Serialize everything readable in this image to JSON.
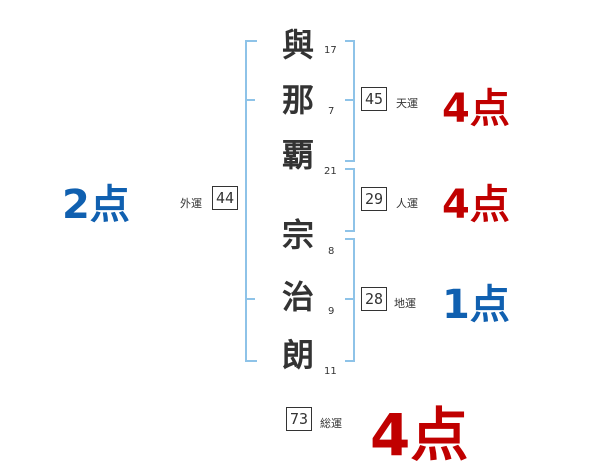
{
  "name_chars": [
    {
      "char": "與",
      "strokes": "17"
    },
    {
      "char": "那",
      "strokes": "7"
    },
    {
      "char": "覇",
      "strokes": "21"
    },
    {
      "char": "宗",
      "strokes": "8"
    },
    {
      "char": "治",
      "strokes": "9"
    },
    {
      "char": "朗",
      "strokes": "11"
    }
  ],
  "fortunes": {
    "tenun": {
      "label": "天運",
      "value": "45",
      "score": "4点"
    },
    "jinun": {
      "label": "人運",
      "value": "29",
      "score": "4点"
    },
    "chiun": {
      "label": "地運",
      "value": "28",
      "score": "1点"
    },
    "gaiun": {
      "label": "外運",
      "value": "44",
      "score": "2点"
    },
    "souun": {
      "label": "総運",
      "value": "73",
      "score": "4点"
    }
  },
  "colors": {
    "good": "#c00000",
    "bad": "#1060b0",
    "bracket": "#8ec3e8"
  }
}
